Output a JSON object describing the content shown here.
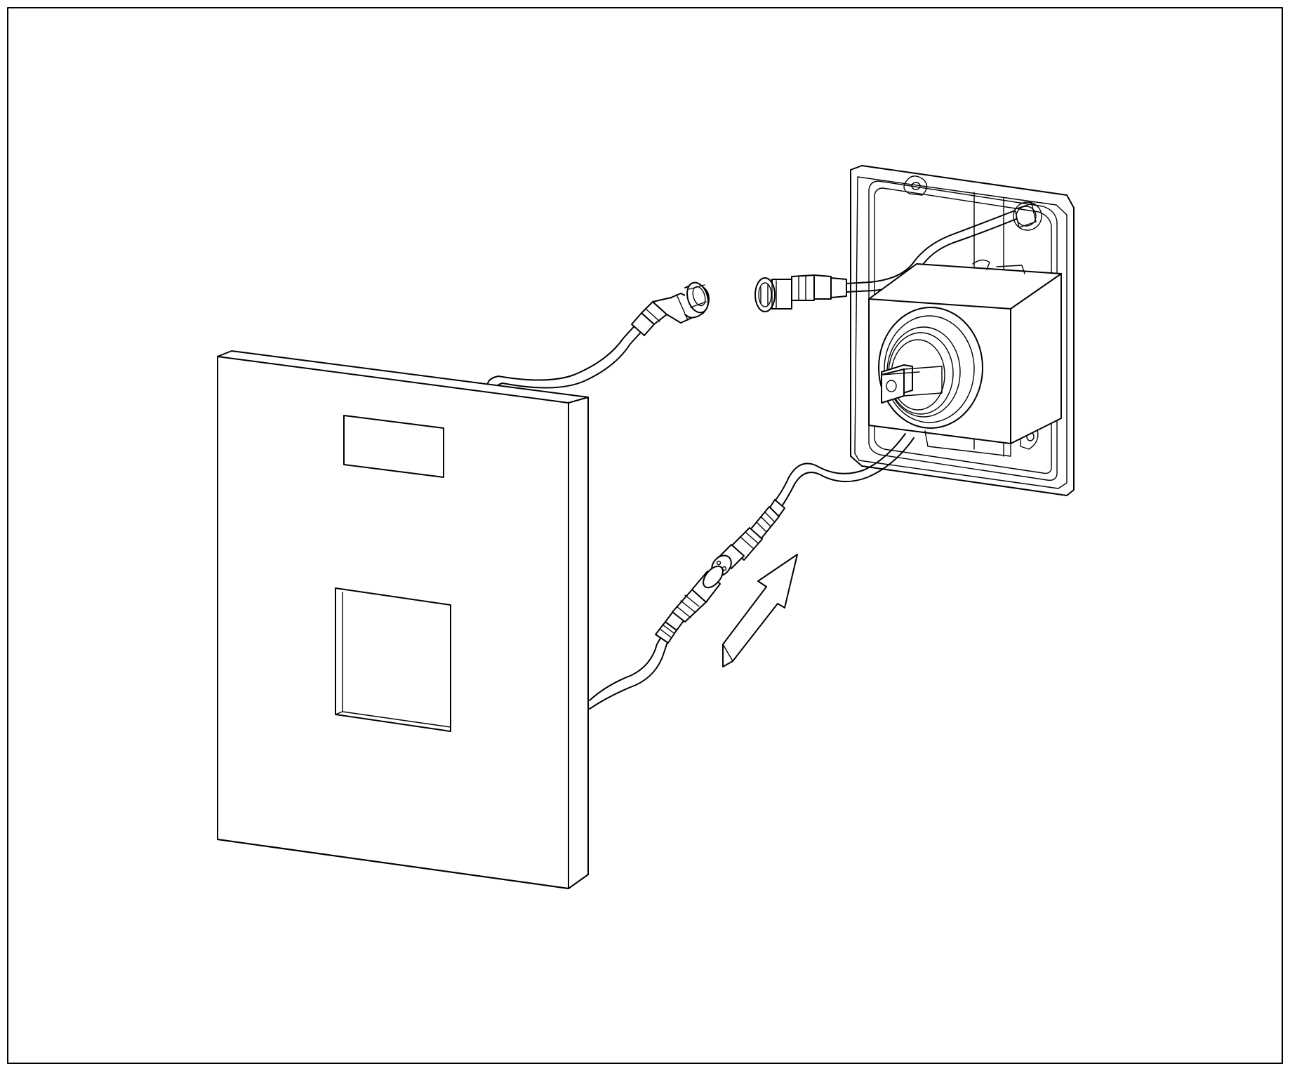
{
  "figure": {
    "border_color": "#000000",
    "line_color": "#000000",
    "background": "#ffffff",
    "parts": [
      "front-cover-plate",
      "plate-top-window",
      "plate-sensor-window",
      "plate-upper-cable",
      "plate-threaded-connector",
      "wall-connector",
      "back-box",
      "valve-block",
      "back-box-lower-cable",
      "male-dc-plug",
      "plate-lower-cable",
      "female-dc-socket",
      "insertion-arrow"
    ]
  }
}
